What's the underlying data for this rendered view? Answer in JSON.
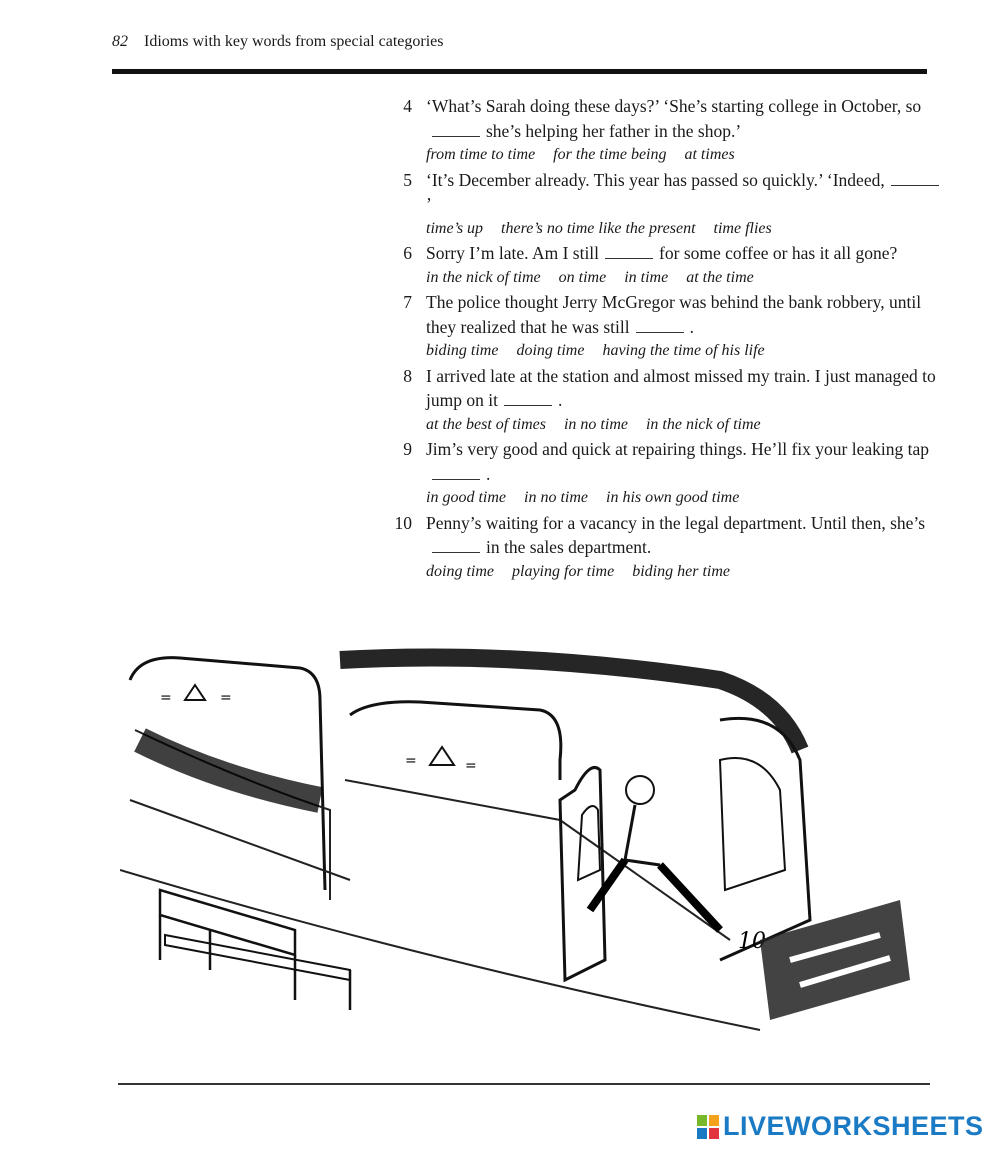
{
  "header": {
    "page_number": "82",
    "title": "Idioms with key words from special categories"
  },
  "items": [
    {
      "num": "4",
      "before": "‘What’s Sarah doing these days?’ ‘She’s starting college in October, so",
      "after": "she’s helping her father in the shop.’",
      "options": [
        "from time to time",
        "for the time being",
        "at times"
      ]
    },
    {
      "num": "5",
      "before": "‘It’s December already. This year has passed so quickly.’ ‘Indeed,",
      "after": "’",
      "options": [
        "time’s up",
        "there’s no time like the present",
        "time flies"
      ]
    },
    {
      "num": "6",
      "before": "Sorry I’m late. Am I still",
      "after": "for some coffee or has it all gone?",
      "options": [
        "in the nick of time",
        "on time",
        "in time",
        "at the time"
      ]
    },
    {
      "num": "7",
      "before": "The police thought Jerry McGregor was behind the bank robbery, until they realized that he was still",
      "after": ".",
      "options": [
        "biding time",
        "doing time",
        "having the time of his life"
      ]
    },
    {
      "num": "8",
      "before": "I arrived late at the station and almost missed my train. I just managed to jump on it",
      "after": ".",
      "options": [
        "at the best of times",
        "in no time",
        "in the nick of time"
      ]
    },
    {
      "num": "9",
      "before": "Jim’s very good and quick at repairing things. He’ll fix your leaking tap",
      "after": ".",
      "options": [
        "in good time",
        "in no time",
        "in his own good time"
      ]
    },
    {
      "num": "10",
      "before": "Penny’s waiting for a vacancy in the legal department. Until then, she’s",
      "after": "in the sales department.",
      "options": [
        "doing time",
        "playing for time",
        "biding her time"
      ]
    }
  ],
  "illustration": {
    "icon": "train-illustration",
    "train_number": "10"
  },
  "brand": {
    "text": "LIVEWORKSHEETS",
    "color": "#1a7ac4"
  }
}
